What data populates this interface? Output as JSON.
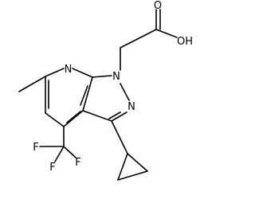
{
  "atoms": {
    "n_pyridine": "N",
    "n1": "N",
    "n2": "N",
    "o_carbonyl": "O",
    "oh": "OH",
    "f_top": "F",
    "f_left": "F",
    "f_right": "F"
  }
}
